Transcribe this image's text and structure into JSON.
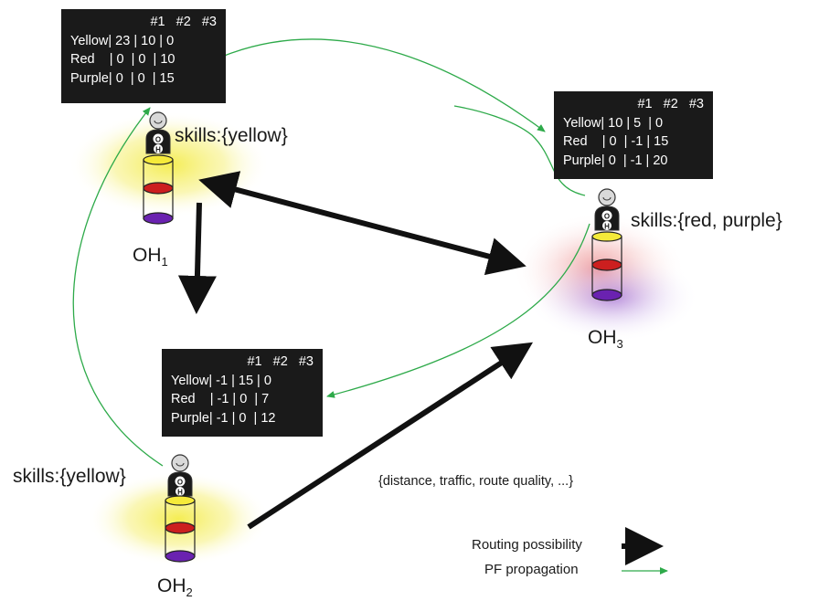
{
  "tables": {
    "t1": {
      "header": "#1   #2   #3",
      "rows": [
        "Yellow| 23 | 10 | 0",
        "Red    | 0  | 0  | 10",
        "Purple| 0  | 0  | 15"
      ]
    },
    "t2": {
      "header": "#1   #2   #3",
      "rows": [
        "Yellow| 10 | 5  | 0",
        "Red    | 0  | -1 | 15",
        "Purple| 0  | -1 | 20"
      ]
    },
    "t3": {
      "header": "#1   #2   #3",
      "rows": [
        "Yellow| -1 | 15 | 0",
        "Red    | -1 | 0  | 7",
        "Purple| -1 | 0  | 12"
      ]
    }
  },
  "nodes": {
    "oh1": {
      "label": "OH",
      "sub": "1",
      "skills": "skills:{yellow}"
    },
    "oh2": {
      "label": "OH",
      "sub": "2",
      "skills": "skills:{yellow}"
    },
    "oh3": {
      "label": "OH",
      "sub": "3",
      "skills": "skills:{red, purple}"
    }
  },
  "route_attributes": "{distance, traffic, route quality, ...}",
  "legend": {
    "routing": "Routing possibility",
    "propagation": "PF propagation"
  },
  "colors": {
    "table_bg": "#1a1a1a",
    "pf_green": "#2eaa4a",
    "routing_black": "#111111",
    "glow_yellow": "#f2ea5a",
    "glow_red": "#e85a5a",
    "glow_purple": "#9a6ad0"
  },
  "icons": {
    "robot": "robot-icon",
    "routing_arrow": "thick-black-arrow",
    "pf_arrow": "thin-green-arrow"
  }
}
